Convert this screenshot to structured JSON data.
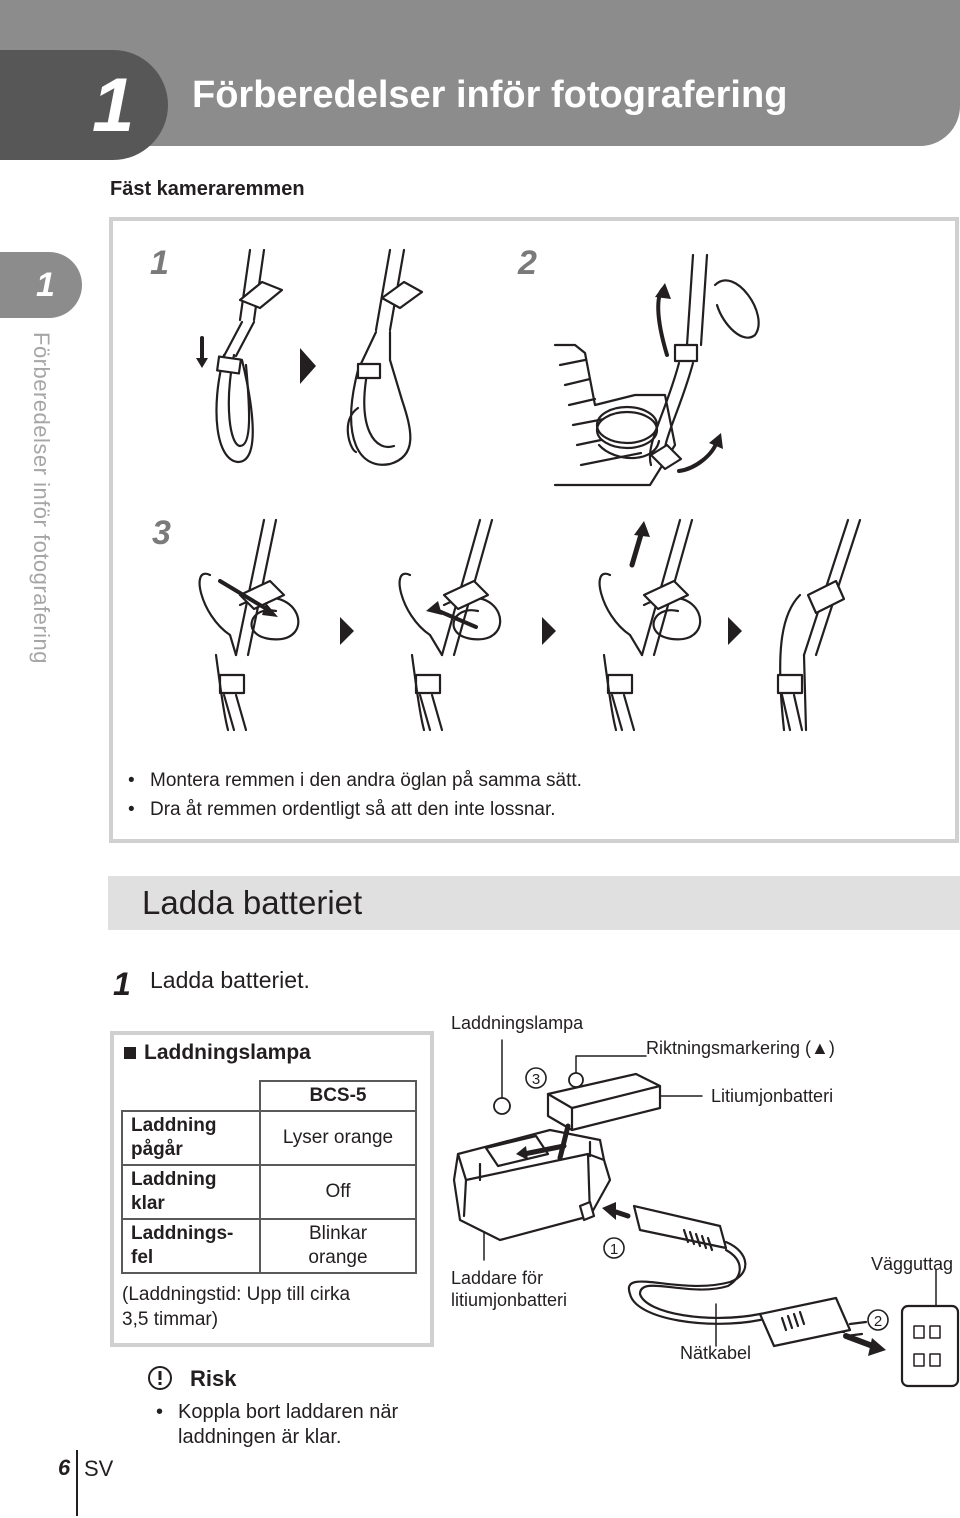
{
  "header": {
    "chapter_number": "1",
    "chapter_title": "Förberedelser inför fotografering"
  },
  "side_tab": {
    "number": "1",
    "text": "Förberedelser inför fotografering"
  },
  "strap_section": {
    "heading": "Fäst kameraremmen",
    "step_labels": [
      "1",
      "2",
      "3"
    ],
    "bullets": [
      "Montera remmen i den andra öglan på samma sätt.",
      "Dra åt remmen ordentligt så att den inte lossnar."
    ]
  },
  "charge_section": {
    "title": "Ladda batteriet",
    "step_number": "1",
    "step_text": "Ladda batteriet.",
    "lamp_table": {
      "title": "Laddningslampa",
      "model_header": "BCS-5",
      "rows": [
        {
          "label_line1": "Laddning",
          "label_line2": "pågår",
          "value_line1": "Lyser orange",
          "value_line2": ""
        },
        {
          "label_line1": "Laddning",
          "label_line2": "klar",
          "value_line1": "Off",
          "value_line2": ""
        },
        {
          "label_line1": "Laddnings-",
          "label_line2": "fel",
          "value_line1": "Blinkar",
          "value_line2": "orange"
        }
      ],
      "note_line1": "(Laddningstid: Upp till cirka",
      "note_line2": "3,5 timmar)"
    },
    "risk": {
      "title": "Risk",
      "text_line1": "Koppla bort laddaren när",
      "text_line2": "laddningen är klar."
    },
    "diagram_labels": {
      "lamp": "Laddningslampa",
      "direction": "Riktningsmarkering (▲)",
      "battery": "Litiumjonbatteri",
      "charger_line1": "Laddare för",
      "charger_line2": "litiumjonbatteri",
      "wall_outlet": "Vägguttag",
      "cable": "Nätkabel",
      "circle_1": "1",
      "circle_2": "2",
      "circle_3": "3"
    }
  },
  "footer": {
    "page_number": "6",
    "language": "SV"
  },
  "colors": {
    "header_gray": "#8c8c8c",
    "header_dark": "#575757",
    "box_border": "#d0d0d0",
    "section_bar": "#e0e0e0",
    "text": "#231f20"
  }
}
